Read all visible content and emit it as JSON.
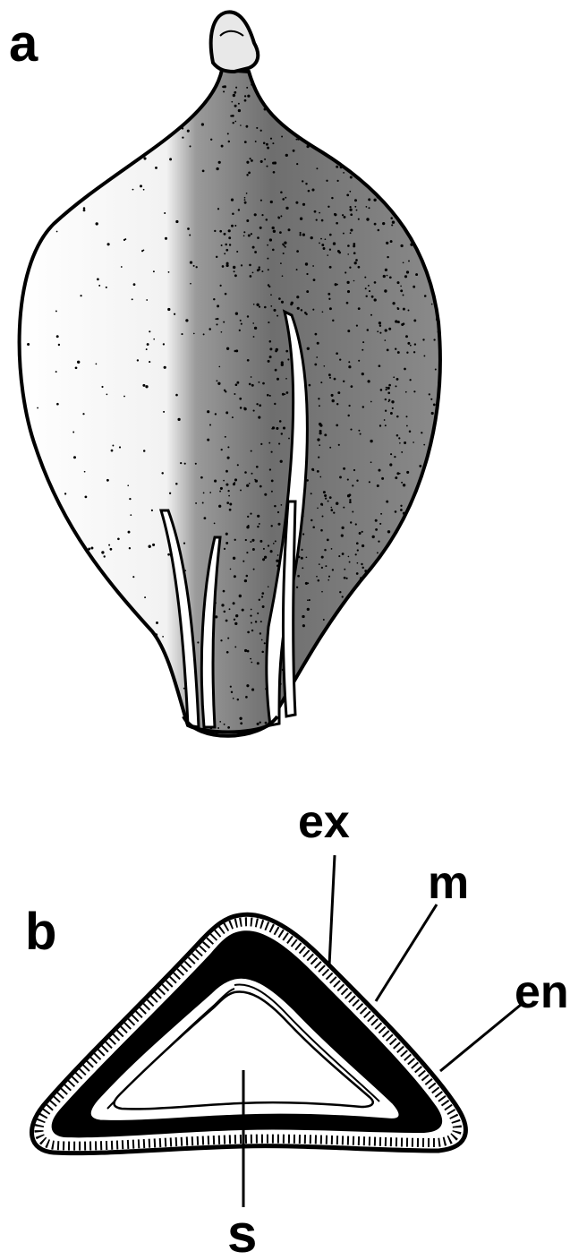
{
  "panels": {
    "a": {
      "label": "a"
    },
    "b": {
      "label": "b"
    }
  },
  "labels": {
    "ex": "ex",
    "m": "m",
    "en": "en",
    "s": "s"
  },
  "colors": {
    "ink": "#000000",
    "paper": "#ffffff"
  }
}
